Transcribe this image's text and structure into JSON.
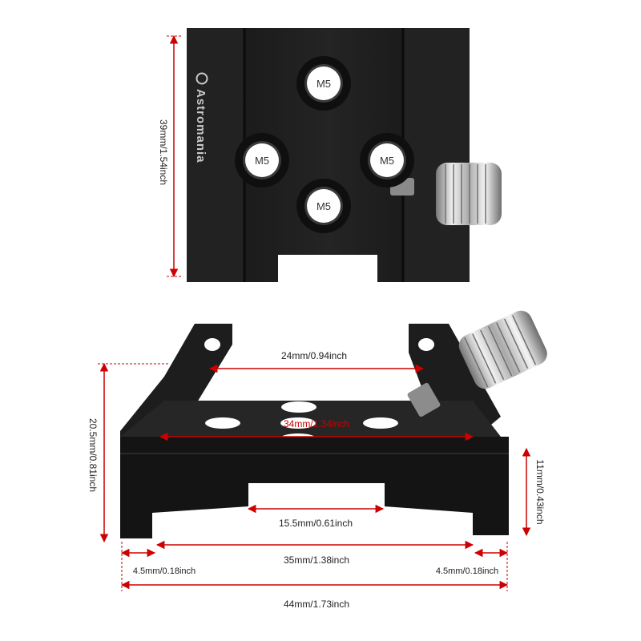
{
  "colors": {
    "body": "#1b1b1b",
    "body_light": "#2b2b2b",
    "dimension_line": "#cc0000",
    "hole_fill": "#ffffff",
    "logo": "#c9c9c9",
    "knob": "#bdbdbd"
  },
  "top_view": {
    "brand": "Astromania",
    "height_label": "39mm/1.54inch",
    "holes": [
      "M5",
      "M5",
      "M5",
      "M5"
    ]
  },
  "front_view": {
    "inner_top_width": "24mm/0.94inch",
    "center_width": "34mm/1.34inch",
    "slot_width": "15.5mm/0.61inch",
    "base_inner_width": "35mm/1.38inch",
    "foot_left": "4.5mm/0.18inch",
    "foot_right": "4.5mm/0.18inch",
    "overall_width": "44mm/1.73inch",
    "overall_height": "20.5mm/0.81inch",
    "right_height": "11mm/0.43inch"
  }
}
